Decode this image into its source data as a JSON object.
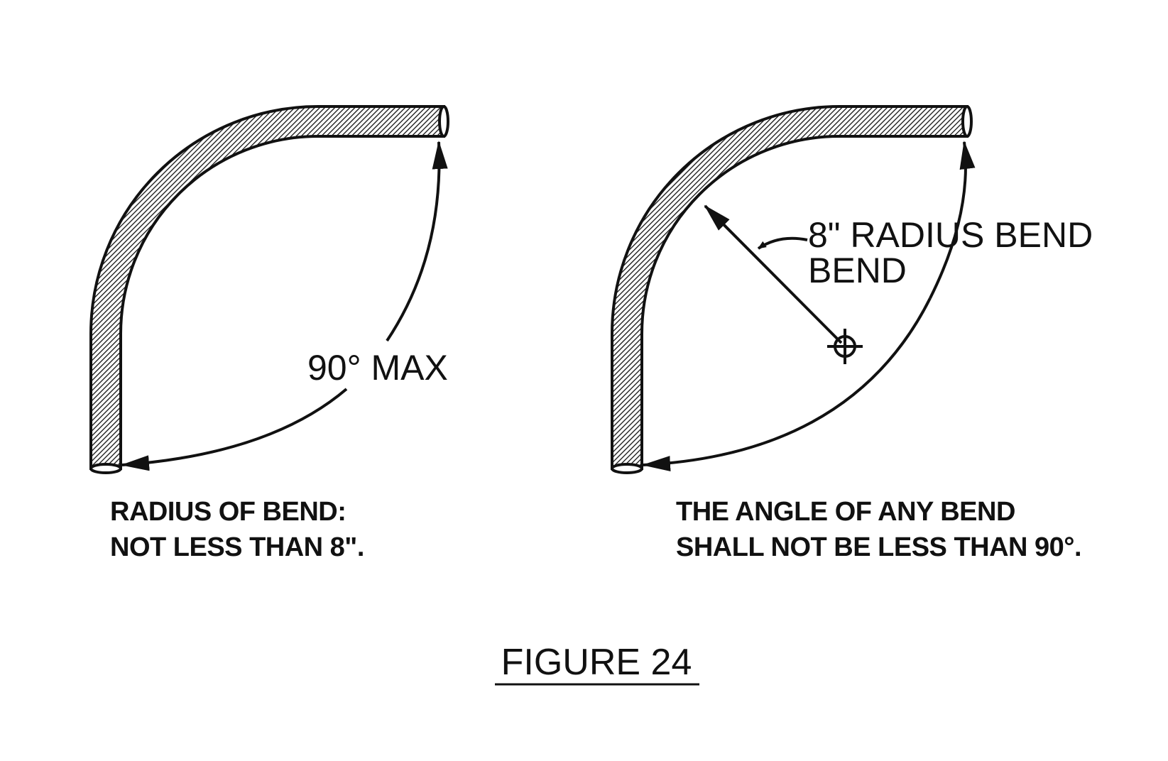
{
  "left_diagram": {
    "angle_label": "90° MAX",
    "caption_line1": "RADIUS OF BEND:",
    "caption_line2": "NOT LESS THAN 8\"."
  },
  "right_diagram": {
    "radius_label_line1": "8\" RADIUS BEND",
    "radius_label_line2": "BEND",
    "caption_line1": "THE ANGLE OF ANY BEND",
    "caption_line2": "SHALL NOT BE LESS THAN 90°."
  },
  "figure_title": "FIGURE 24",
  "colors": {
    "ink": "#111111",
    "paper": "#ffffff"
  }
}
